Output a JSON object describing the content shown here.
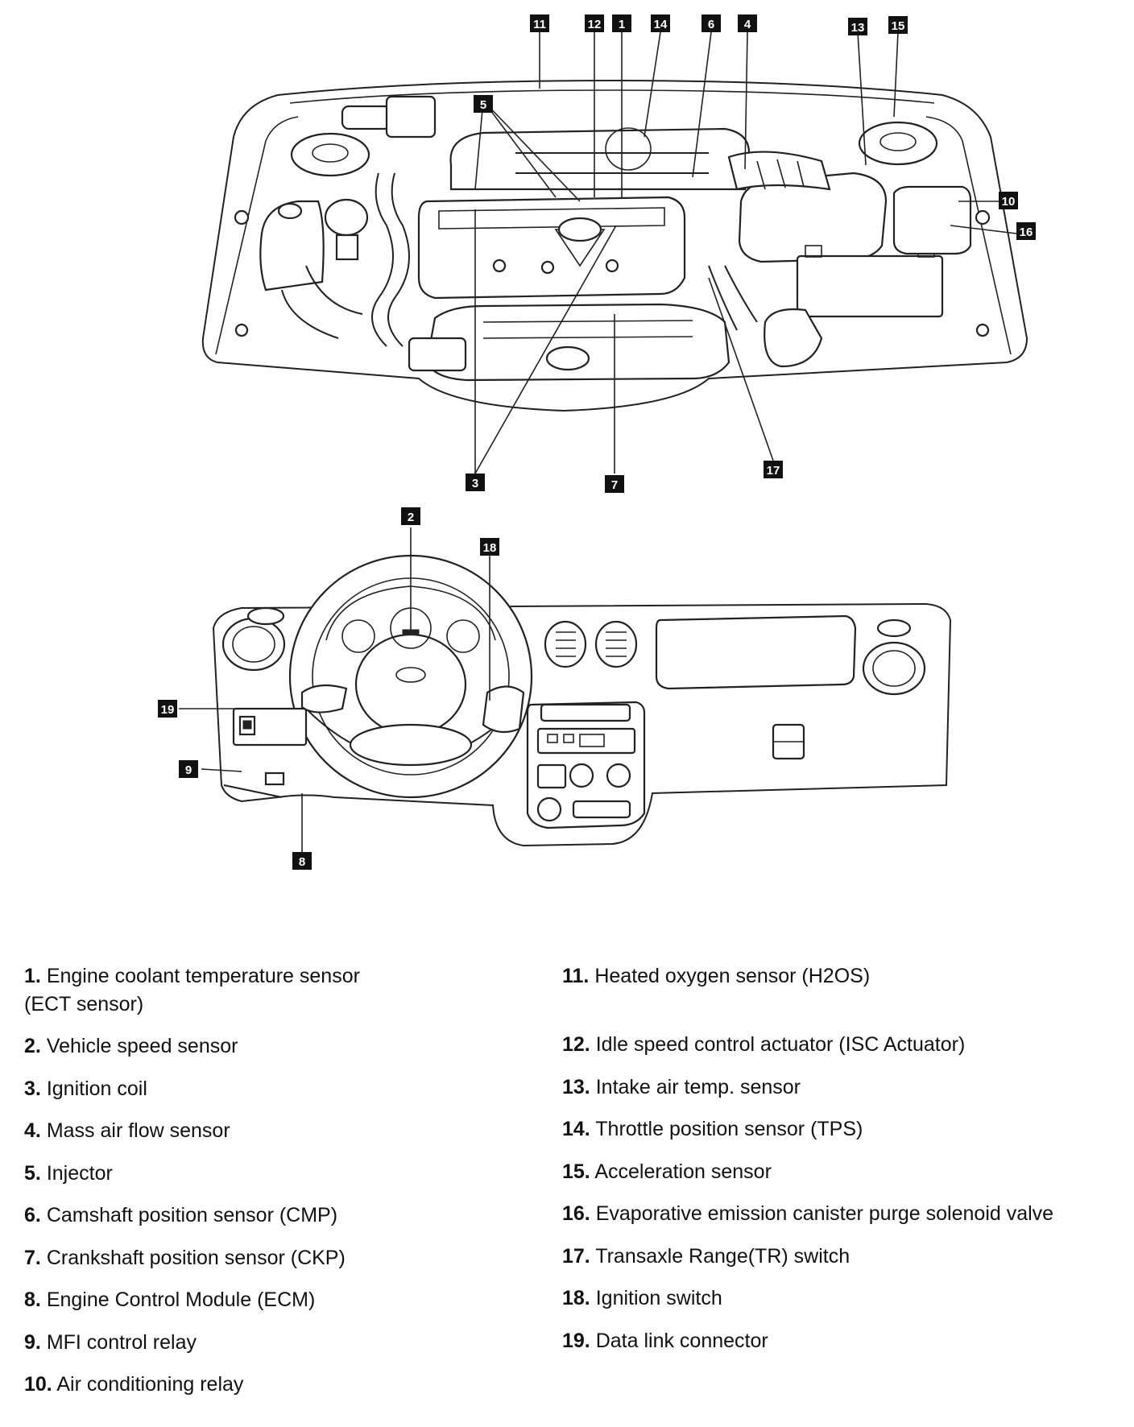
{
  "callouts": {
    "c1": "1",
    "c2": "2",
    "c3": "3",
    "c4": "4",
    "c5": "5",
    "c6": "6",
    "c7": "7",
    "c8": "8",
    "c9": "9",
    "c10": "10",
    "c11": "11",
    "c12": "12",
    "c13": "13",
    "c14": "14",
    "c15": "15",
    "c16": "16",
    "c17": "17",
    "c18": "18",
    "c19": "19"
  },
  "legend": [
    {
      "num": "1.",
      "text": "Engine coolant temperature sensor",
      "text2": "(ECT sensor)"
    },
    {
      "num": "2.",
      "text": "Vehicle speed sensor"
    },
    {
      "num": "3.",
      "text": "Ignition coil"
    },
    {
      "num": "4.",
      "text": "Mass air flow sensor"
    },
    {
      "num": "5.",
      "text": "Injector"
    },
    {
      "num": "6.",
      "text": "Camshaft position sensor (CMP)"
    },
    {
      "num": "7.",
      "text": "Crankshaft position sensor (CKP)"
    },
    {
      "num": "8.",
      "text": "Engine Control Module (ECM)"
    },
    {
      "num": "9.",
      "text": "MFI control relay"
    },
    {
      "num": "10.",
      "text": "Air conditioning relay"
    },
    {
      "num": "11.",
      "text": "Heated oxygen sensor (H2OS)"
    },
    {
      "num": "12.",
      "text": "Idle speed control actuator (ISC Actuator)"
    },
    {
      "num": "13.",
      "text": "Intake air temp. sensor"
    },
    {
      "num": "14.",
      "text": "Throttle position sensor (TPS)"
    },
    {
      "num": "15.",
      "text": "Acceleration sensor"
    },
    {
      "num": "16.",
      "text": "Evaporative emission canister purge solenoid valve"
    },
    {
      "num": "17.",
      "text": "Transaxle Range(TR) switch"
    },
    {
      "num": "18.",
      "text": "Ignition switch"
    },
    {
      "num": "19.",
      "text": "Data link connector"
    }
  ]
}
